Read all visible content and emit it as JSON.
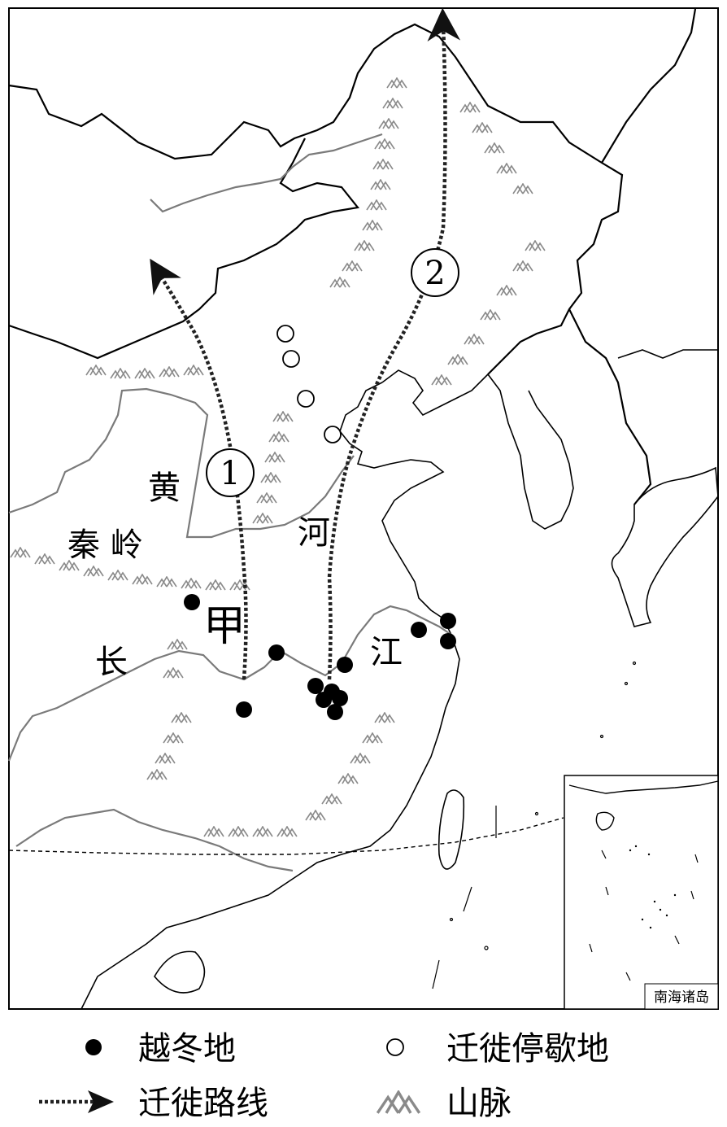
{
  "map": {
    "labels": {
      "huang": "黄",
      "he": "河",
      "qinling": "秦 岭",
      "chang": "长",
      "jiang": "江",
      "jia": "甲",
      "route1": "1",
      "route2": "2"
    },
    "inset_label": "南海诸岛"
  },
  "legend": {
    "wintering": "越冬地",
    "stopover": "迁徙停歇地",
    "route": "迁徙路线",
    "mountain": "山脉"
  },
  "colors": {
    "border": "#000000",
    "river": "#7a7a7a",
    "mountain": "#8a8a8a",
    "route": "#222222"
  }
}
